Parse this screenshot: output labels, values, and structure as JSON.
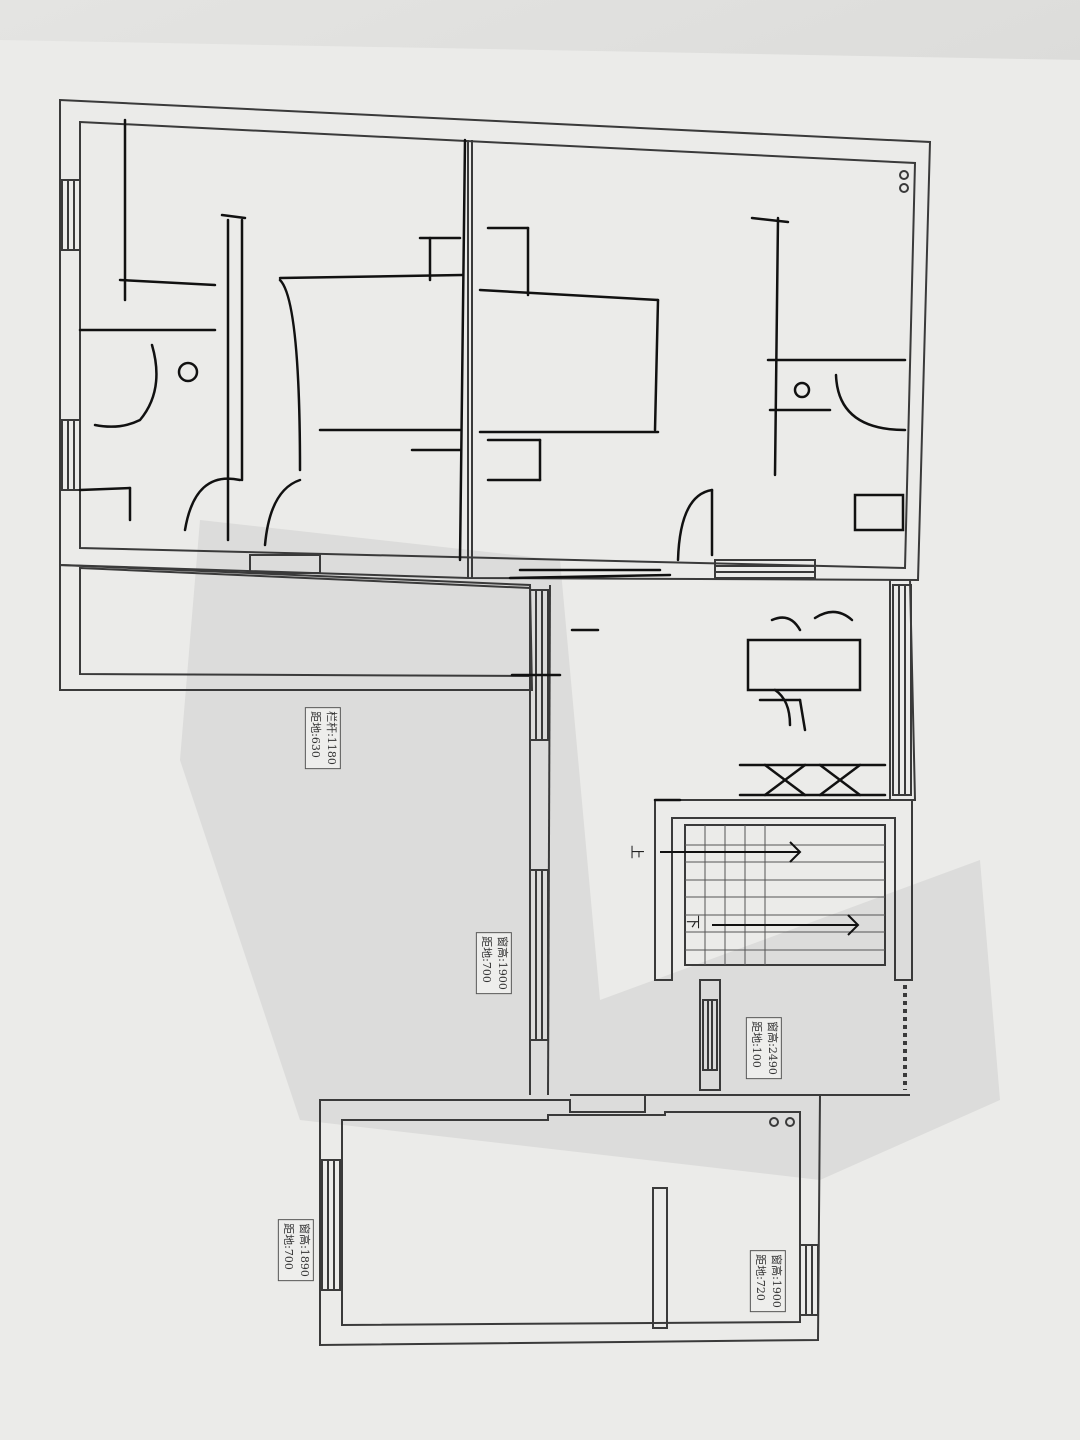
{
  "labels": {
    "railing": {
      "line1": "栏杆:1180",
      "line2": "距地:630"
    },
    "window_corridor": {
      "line1": "窗高:1900",
      "line2": "距地:700"
    },
    "window_stair": {
      "line1": "窗高:2490",
      "line2": "距地:100"
    },
    "window_bottom_left": {
      "line1": "窗高:1890",
      "line2": "距地:700"
    },
    "window_bottom_right": {
      "line1": "窗高:1900",
      "line2": "距地:720"
    }
  },
  "stairs": {
    "up": "上",
    "down": "下"
  },
  "colors": {
    "wall": "#3a3a3a",
    "sketch": "#111111",
    "paper": "#ececea"
  }
}
